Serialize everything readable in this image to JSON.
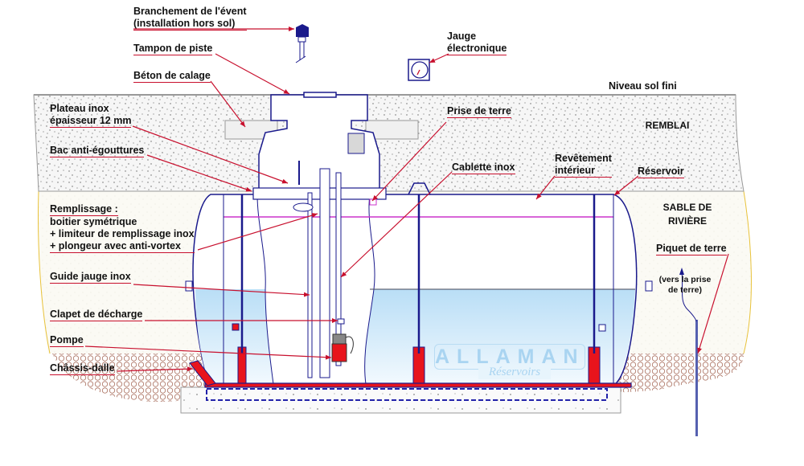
{
  "title": "Schéma d'installation d'un réservoir enterré",
  "labels": {
    "branchement_event_1": "Branchement de l'évent",
    "branchement_event_2": "(installation hors sol)",
    "tampon_piste": "Tampon de piste",
    "beton_calage": "Béton de calage",
    "plateau_inox_1": "Plateau inox",
    "plateau_inox_2": "épaisseur 12 mm",
    "bac_anti_egouttures": "Bac anti-égouttures",
    "remplissage_title": "Remplissage :",
    "remplissage_1": "boitier symétrique",
    "remplissage_2": "+ limiteur de remplissage inox",
    "remplissage_3": "+ plongeur avec anti-vortex",
    "guide_jauge": "Guide jauge inox",
    "clapet_decharge": "Clapet de décharge",
    "pompe": "Pompe",
    "chassis_dalle": "Châssis-dalle",
    "jauge_1": "Jauge",
    "jauge_2": "électronique",
    "niveau_sol": "Niveau sol fini",
    "prise_terre": "Prise de terre",
    "remblai": "REMBLAI",
    "cablette_inox": "Cablette inox",
    "revetement_1": "Revêtement",
    "revetement_2": "intérieur",
    "reservoir": "Réservoir",
    "sable_1": "SABLE DE",
    "sable_2": "RIVIÈRE",
    "piquet_terre": "Piquet de terre",
    "vers_prise_1": "(vers la prise",
    "vers_prise_2": "de terre)"
  },
  "logo": {
    "brand": "ALLAMAN",
    "subtitle": "Réservoirs"
  },
  "colors": {
    "outline": "#1a1a8c",
    "leader": "#c8102e",
    "support": "#e8141c",
    "liquid": "#bfe2f7",
    "lining": "#cc33cc",
    "gravel": "#a87060",
    "sand_edge": "#e8c23a"
  }
}
